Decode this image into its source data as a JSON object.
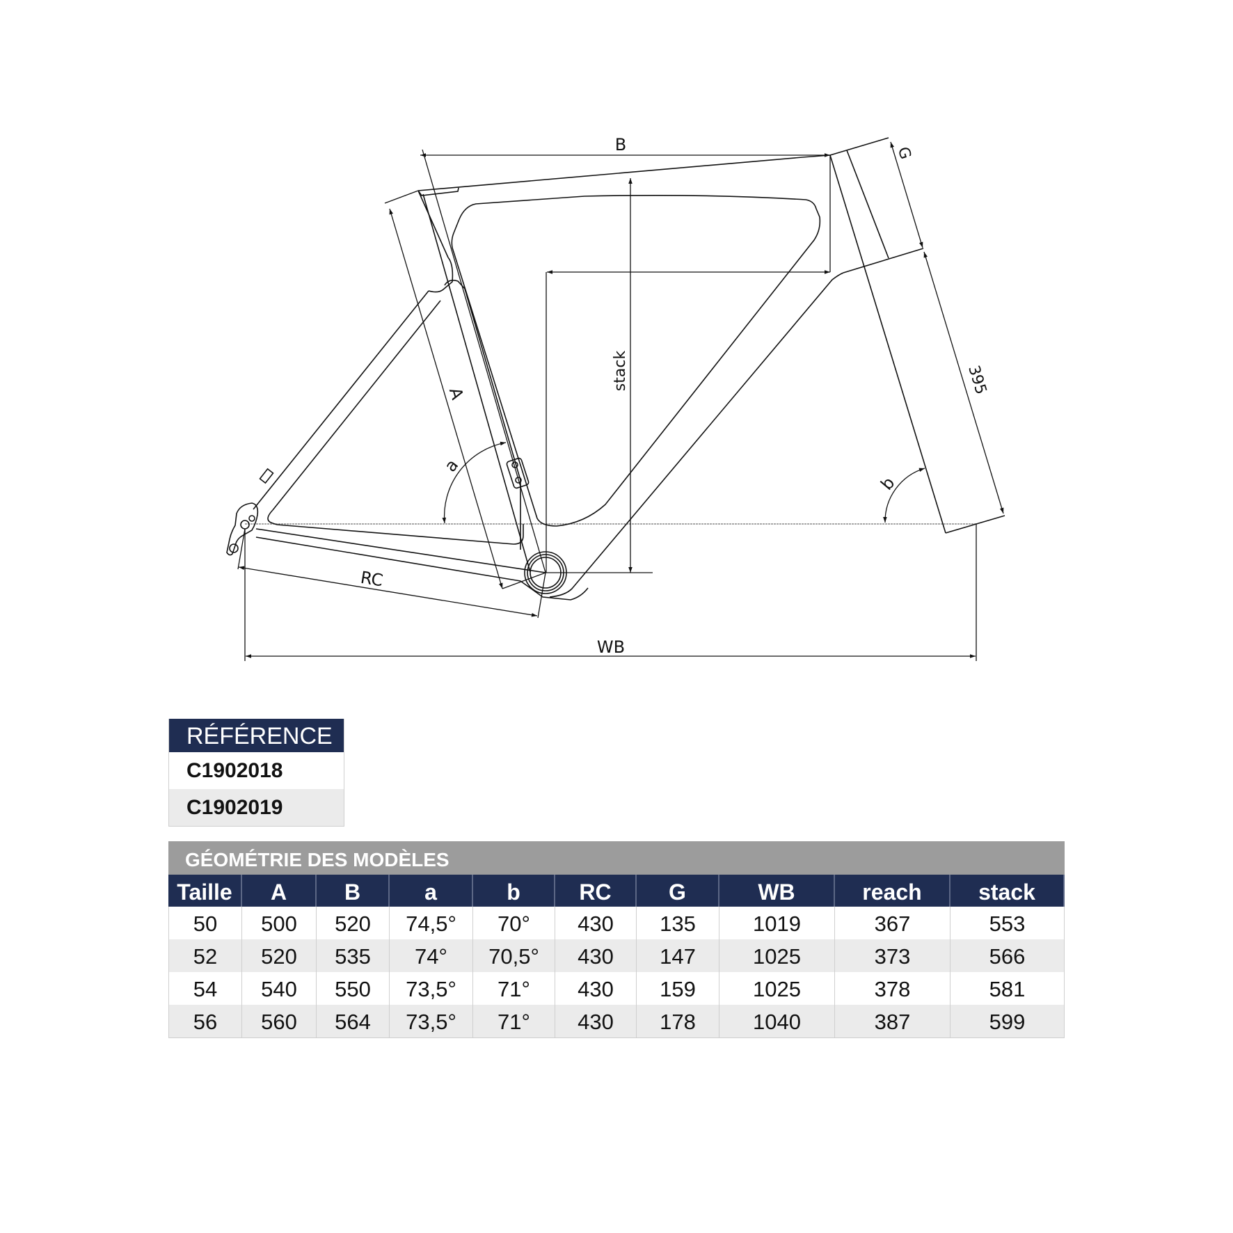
{
  "drawing": {
    "labels": {
      "A": "A",
      "B": "B",
      "G": "G",
      "a": "a",
      "b": "b",
      "RC": "RC",
      "WB": "WB",
      "stack": "stack",
      "fork_length": "395"
    }
  },
  "reference": {
    "header": "RÉFÉRENCE",
    "items": [
      "C1902018",
      "C1902019"
    ]
  },
  "geometry": {
    "title": "GÉOMÉTRIE DES MODÈLES",
    "columns": [
      "Taille",
      "A",
      "B",
      "a",
      "b",
      "RC",
      "G",
      "WB",
      "reach",
      "stack"
    ],
    "rows": [
      [
        "50",
        "500",
        "520",
        "74,5°",
        "70°",
        "430",
        "135",
        "1019",
        "367",
        "553"
      ],
      [
        "52",
        "520",
        "535",
        "74°",
        "70,5°",
        "430",
        "147",
        "1025",
        "373",
        "566"
      ],
      [
        "54",
        "540",
        "550",
        "73,5°",
        "71°",
        "430",
        "159",
        "1025",
        "378",
        "581"
      ],
      [
        "56",
        "560",
        "564",
        "73,5°",
        "71°",
        "430",
        "178",
        "1040",
        "387",
        "599"
      ]
    ]
  },
  "colors": {
    "header_navy": "#1f2d52",
    "title_gray": "#9c9c9c",
    "row_alt": "#ebebeb"
  }
}
